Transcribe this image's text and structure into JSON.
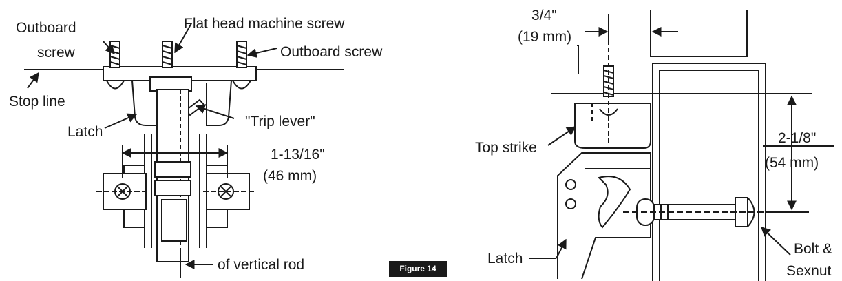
{
  "left_diagram": {
    "labels": {
      "outboard_screw_left_line1": "Outboard",
      "outboard_screw_left_line2": "screw",
      "flat_head": "Flat head machine screw",
      "outboard_screw_right": "Outboard screw",
      "stop_line": "Stop line",
      "trip_lever": "\"Trip lever\"",
      "latch": "Latch",
      "dimension_line1": "1-13/16\"",
      "dimension_line2": "(46 mm)",
      "vertical_rod": "of vertical rod"
    }
  },
  "right_diagram": {
    "labels": {
      "top_dim_line1": "3/4\"",
      "top_dim_line2": "(19 mm)",
      "top_strike": "Top strike",
      "side_dim_line1": "2-1/8\"",
      "side_dim_line2": "(54 mm)",
      "latch": "Latch",
      "bolt_line1": "Bolt &",
      "bolt_line2": "Sexnut"
    }
  },
  "figure_label": "Figure 14"
}
